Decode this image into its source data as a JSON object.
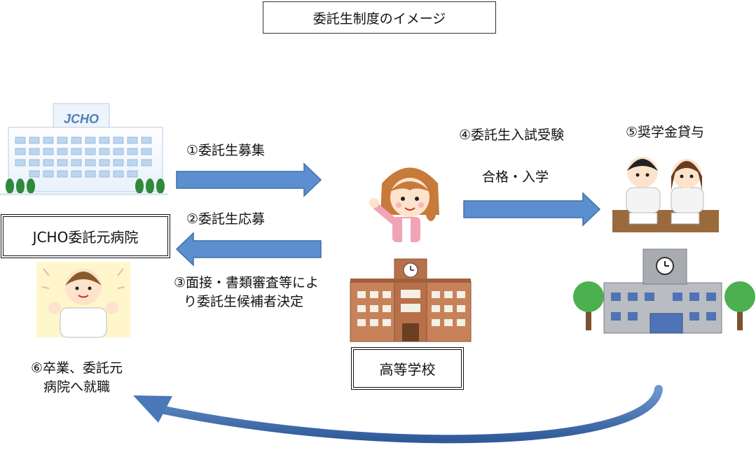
{
  "title": "委託生制度のイメージ",
  "nodes": {
    "hospital_logo": "JCHO",
    "hospital_box": "JCHO委託元病院",
    "school_box": "高等学校"
  },
  "steps": {
    "s1": "①委託生募集",
    "s2": "②委託生応募",
    "s3_line1": "③面接・書類審査等によ",
    "s3_line2": "り委託生候補者決定",
    "s4": "④委託生入試受験",
    "s4_sub": "合格・入学",
    "s5": "⑤奨学金貸与",
    "s6_line1": "⑥卒業、委託元",
    "s6_line2": "病院へ就職"
  },
  "colors": {
    "arrow_fill": "#5b8fd0",
    "arrow_stroke": "#3f6fa8",
    "curve_arrow": "#3d6cae"
  }
}
